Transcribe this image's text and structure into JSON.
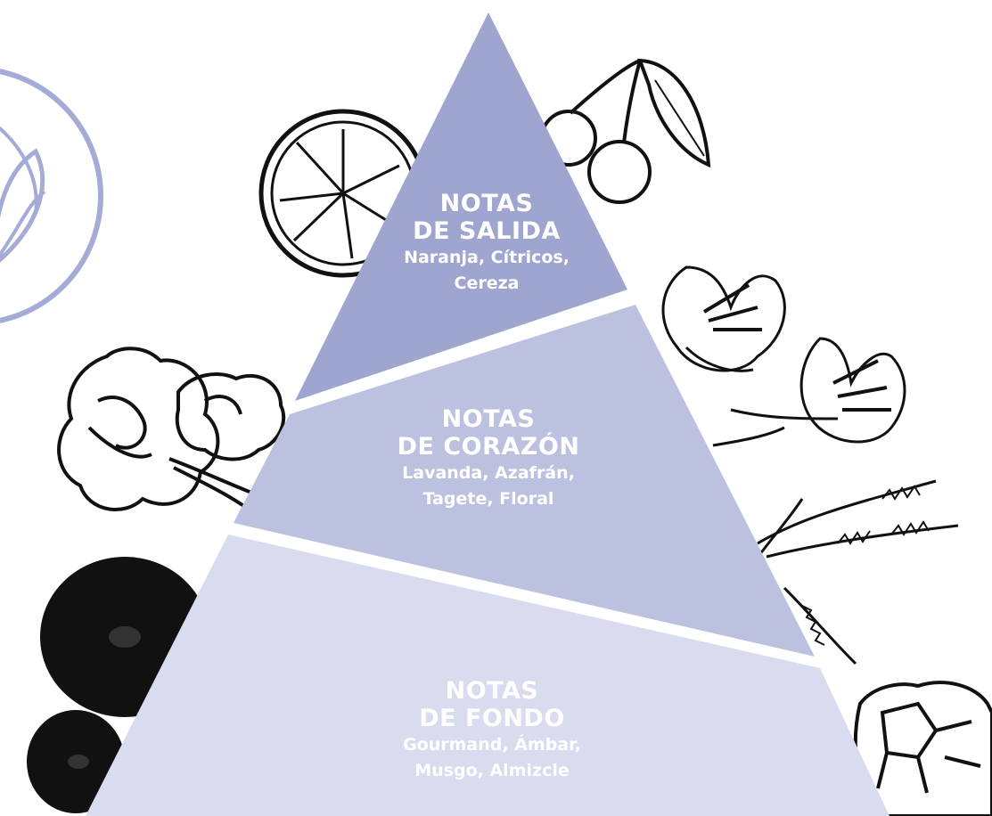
{
  "pyramid": {
    "tiers": [
      {
        "title_line1": "NOTAS",
        "title_line2": "DE SALIDA",
        "notes_line1": "Naranja, Cítricos,",
        "notes_line2": "Cereza"
      },
      {
        "title_line1": "NOTAS",
        "title_line2": "DE CORAZÓN",
        "notes_line1": "Lavanda, Azafrán,",
        "notes_line2": "Tagete, Floral"
      },
      {
        "title_line1": "NOTAS",
        "title_line2": "DE FONDO",
        "notes_line1": "Gourmand, Ámbar,",
        "notes_line2": "Musgo, Almizcle"
      }
    ]
  },
  "colors": {
    "top_tier": "#9ea5cf",
    "middle_tier": "#bdc1e0",
    "bottom_tier": "#d9dbee",
    "logo_ring": "#a4abd6",
    "ink": "#111111",
    "text": "#ffffff"
  },
  "illustrations": [
    "orange-slice",
    "cherries",
    "marigold-flowers",
    "saffron-crocus-flowers",
    "lavender-sprigs",
    "dark-daisy-flowers",
    "amber-crystal",
    "brand-logo"
  ]
}
